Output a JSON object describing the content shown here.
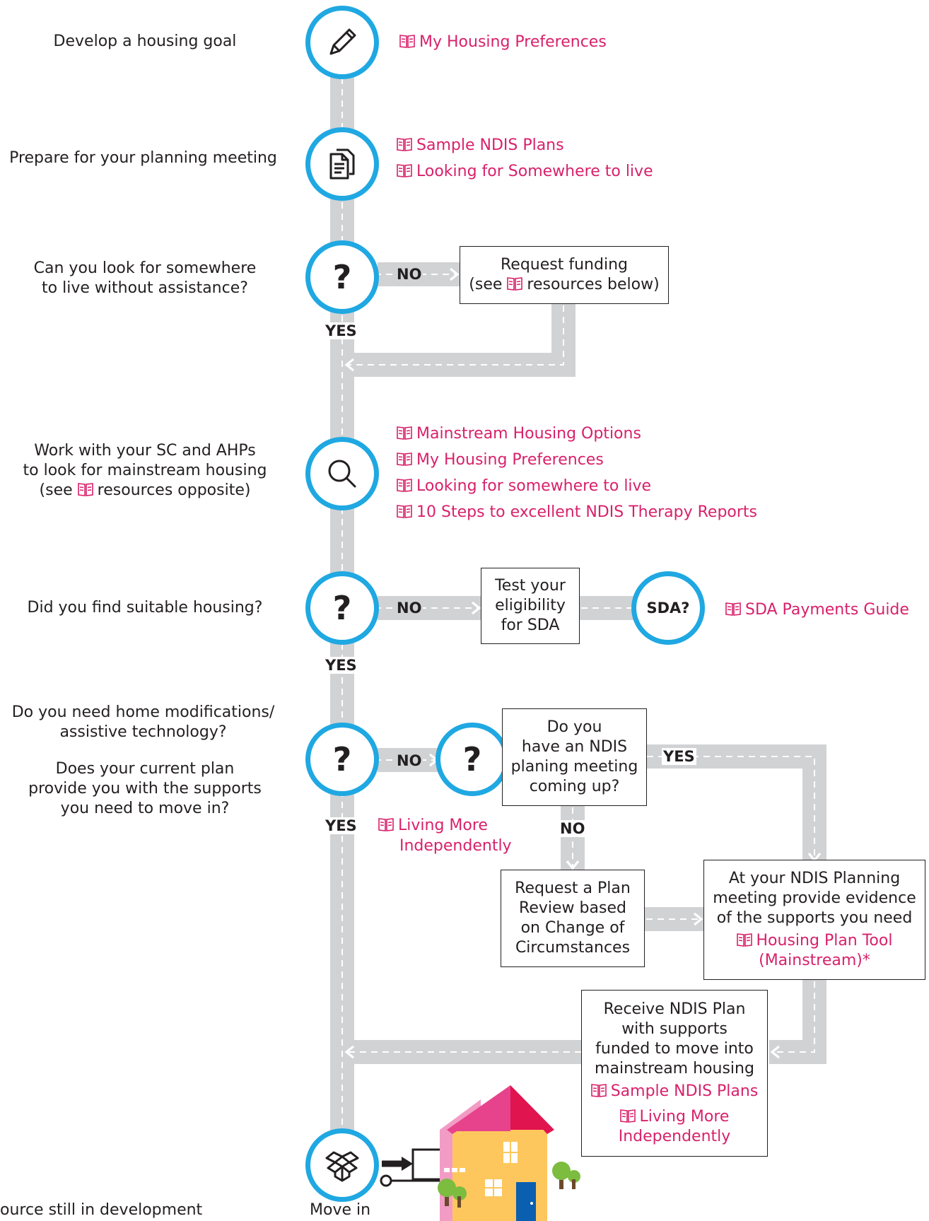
{
  "colors": {
    "accent": "#1fa8e2",
    "link": "#d8216b",
    "path": "#d1d2d4"
  },
  "steps": {
    "goal": "Develop a housing goal",
    "prepare": "Prepare for your planning meeting",
    "look_alone_1": "Can you look for somewhere",
    "look_alone_2": "to live without assistance?",
    "work_1": "Work with your SC and AHPs",
    "work_2": "to look for mainstream housing",
    "work_3a": "(see",
    "work_3b": "resources opposite)",
    "found": "Did you find suitable housing?",
    "mods_1": "Do you need home modifications/",
    "mods_2": "assistive technology?",
    "plan_1": "Does your current plan",
    "plan_2": "provide you with the supports",
    "plan_3": "you need to move in?",
    "move_in": "Move in",
    "footnote": "ource still in development"
  },
  "resources": {
    "r1": "My Housing Preferences",
    "r2": "Sample NDIS Plans",
    "r3": "Looking for Somewhere to live",
    "r4": "Mainstream Housing Options",
    "r5": "My Housing Preferences",
    "r6": "Looking for somewhere to live",
    "r7": "10 Steps to excellent NDIS Therapy Reports",
    "r8": "SDA Payments Guide",
    "r9a": "Living More",
    "r9b": "Independently",
    "r10a": "Housing Plan Tool",
    "r10b": "(Mainstream)*",
    "r11": "Sample NDIS Plans",
    "r12a": "Living More",
    "r12b": "Independently"
  },
  "boxes": {
    "request_funding_1": "Request funding",
    "request_funding_2a": "(see",
    "request_funding_2b": "resources below)",
    "test_1": "Test your",
    "test_2": "eligibility",
    "test_3": "for SDA",
    "meeting_1": "Do you",
    "meeting_2": "have an NDIS",
    "meeting_3": "planing meeting",
    "meeting_4": "coming up?",
    "review_1": "Request a Plan",
    "review_2": "Review based",
    "review_3": "on Change of",
    "review_4": "Circumstances",
    "evidence_1": "At your NDIS Planning",
    "evidence_2": "meeting provide evidence",
    "evidence_3": "of the supports you need",
    "receive_1": "Receive NDIS Plan",
    "receive_2": "with supports",
    "receive_3": "funded to move into",
    "receive_4": "mainstream housing"
  },
  "labels": {
    "no": "NO",
    "yes": "YES",
    "q": "?",
    "sda": "SDA?"
  },
  "icons": [
    "pencil-icon",
    "documents-icon",
    "question-icon",
    "search-icon",
    "box-icon",
    "book-icon",
    "truck-icon",
    "house-icon",
    "tree-icon"
  ]
}
